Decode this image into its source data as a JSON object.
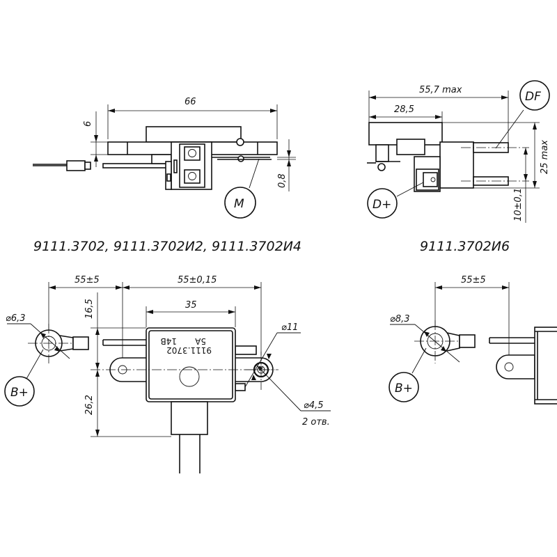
{
  "captions": {
    "top_left": "9111.3702,  9111.3702И2,  9111.3702И4",
    "top_right": "9111.3702И6"
  },
  "callouts": {
    "m": "M",
    "df": "DF",
    "d_plus": "D+",
    "b_plus_left": "B+",
    "b_plus_right": "B+"
  },
  "dimensions": {
    "tl_width": "66",
    "tl_height": "6",
    "tl_gap": "0,8",
    "tr_overall": "55,7 max",
    "tr_partial": "28,5",
    "tr_height": "25 max",
    "tr_offset": "10±0,1",
    "bl_cable": "55±5",
    "bl_span": "55±0,15",
    "bl_body": "35",
    "bl_upper": "16,5",
    "bl_lower": "26,2",
    "bl_lug": "⌀6,3",
    "bl_boss": "⌀11",
    "bl_hole": "⌀4,5",
    "bl_holes_count": "2 отв.",
    "br_cable": "55±5",
    "br_lug": "⌀8,3"
  },
  "nameplate": {
    "model": "9111.3702",
    "voltage": "14В",
    "current": "5А"
  }
}
